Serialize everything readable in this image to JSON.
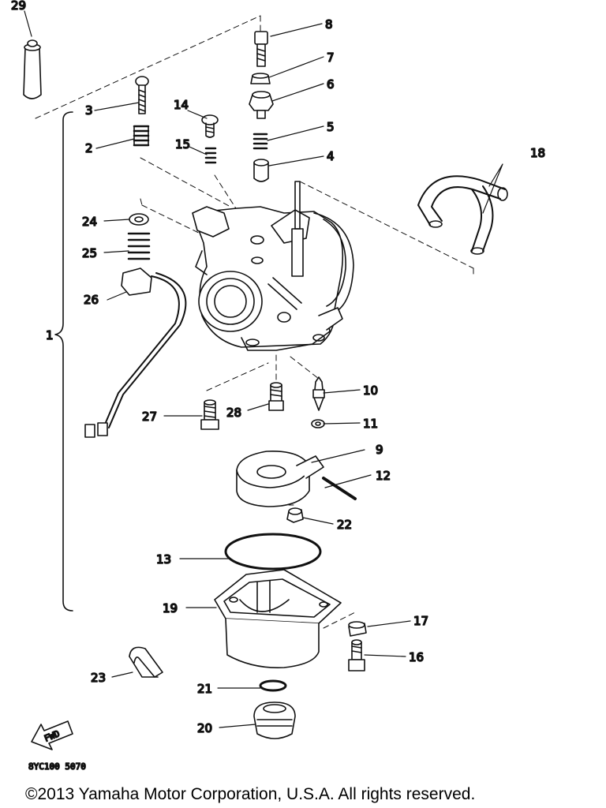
{
  "diagram": {
    "callouts": {
      "p1": "1",
      "p2": "2",
      "p3": "3",
      "p4": "4",
      "p5": "5",
      "p6": "6",
      "p7": "7",
      "p8": "8",
      "p9": "9",
      "p10": "10",
      "p11": "11",
      "p12": "12",
      "p13": "13",
      "p14": "14",
      "p15": "15",
      "p16": "16",
      "p17": "17",
      "p18": "18",
      "p19": "19",
      "p20": "20",
      "p21": "21",
      "p22": "22",
      "p23": "23",
      "p24": "24",
      "p25": "25",
      "p26": "26",
      "p27": "27",
      "p28": "28",
      "p29": "29"
    },
    "fwd_label": "FWD",
    "diagram_code": "8YC100 5070"
  },
  "footer": {
    "copyright": "©2013 Yamaha Motor Corporation, U.S.A. All rights reserved."
  },
  "colors": {
    "ink": "#111111",
    "background": "#ffffff"
  }
}
